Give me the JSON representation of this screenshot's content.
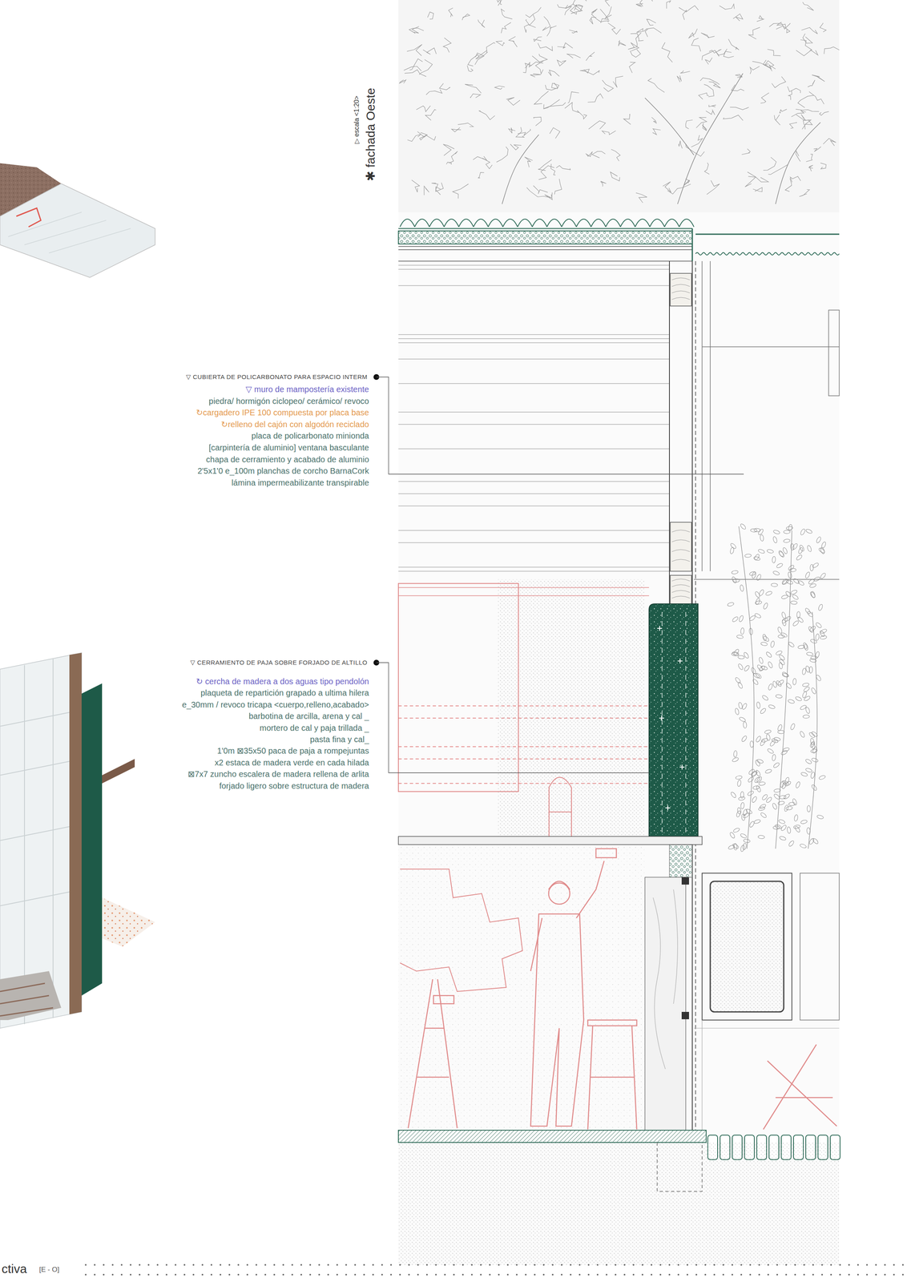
{
  "diagram": {
    "title": "✱ fachada Oeste",
    "labels": [
      "▷ escala <1:20>",
      "▽ CUBIERTA DE POLICARBONATO PARA ESPACIO INTERM",
      "▽ muro de mampostería existente",
      "piedra/ hormigón ciclopeo/ cerámico/ revoco",
      "↻cargadero IPE 100 compuesta por placa base",
      "↻relleno del cajón con algodón reciclado",
      "placa de policarbonato minionda",
      "[carpintería de aluminio] ventana basculante",
      "chapa de cerramiento y acabado de aluminio",
      "2'5x1'0 e_100m planchas de corcho BarnaCork",
      "lámina impermeabilizante transpirable",
      "▽ CERRAMIENTO DE PAJA SOBRE FORJADO DE ALTILLO",
      "↻ cercha de madera a dos aguas tipo pendolón",
      "plaqueta de repartición grapado a ultima hilera",
      "e_30mm / revoco tricapa <cuerpo,relleno,acabado>",
      "barbotina de arcilla, arena y cal _",
      "mortero de cal y paja trillada _",
      "pasta fina y cal_",
      "1'0m ⊠35x50 paca de paja a rompejuntas",
      "x2 estaca de madera verde en cada hilada",
      "⊠7x7 zuncho escalera de madera rellena de arlita",
      "forjado ligero sobre estructura de madera",
      "ctiva",
      "[E - O]"
    ]
  }
}
